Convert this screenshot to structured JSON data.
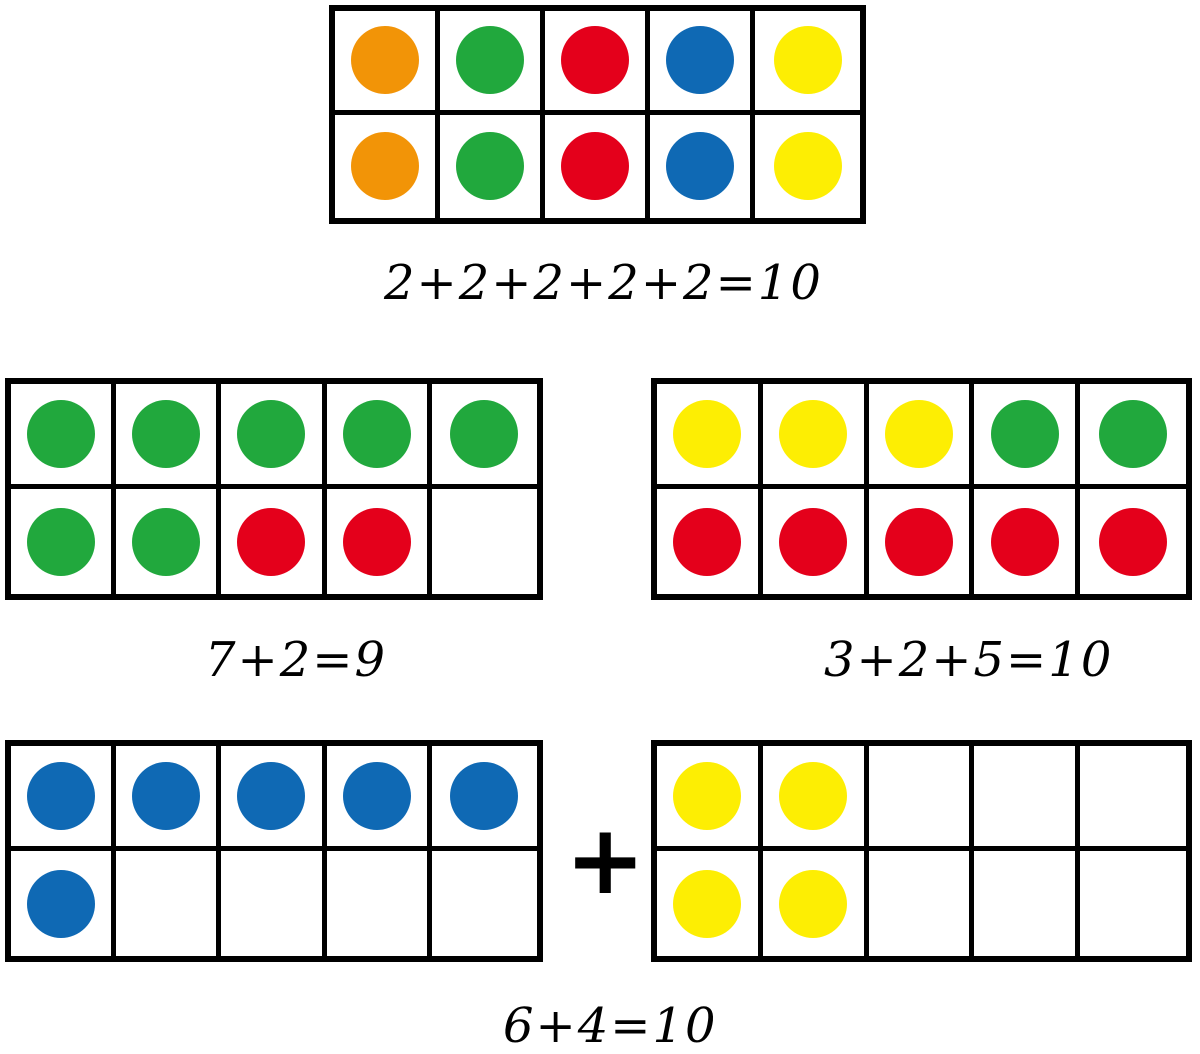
{
  "colors": {
    "orange": "#f29407",
    "green": "#21a83d",
    "red": "#e4001b",
    "blue": "#0f69b4",
    "yellow": "#fdee03"
  },
  "frames": [
    {
      "id": "frame-top",
      "counters": [
        "orange",
        "green",
        "red",
        "blue",
        "yellow",
        "orange",
        "green",
        "red",
        "blue",
        "yellow"
      ]
    },
    {
      "id": "frame-middle-left",
      "counters": [
        "green",
        "green",
        "green",
        "green",
        "green",
        "green",
        "green",
        "red",
        "red",
        ""
      ]
    },
    {
      "id": "frame-middle-right",
      "counters": [
        "yellow",
        "yellow",
        "yellow",
        "green",
        "green",
        "red",
        "red",
        "red",
        "red",
        "red"
      ]
    },
    {
      "id": "frame-bottom-left",
      "counters": [
        "blue",
        "blue",
        "blue",
        "blue",
        "blue",
        "blue",
        "",
        "",
        "",
        ""
      ]
    },
    {
      "id": "frame-bottom-right",
      "counters": [
        "yellow",
        "yellow",
        "",
        "",
        "",
        "yellow",
        "yellow",
        "",
        "",
        ""
      ]
    }
  ],
  "equations": {
    "top": "2+2+2+2+2=10",
    "middle_left": "7+2=9",
    "middle_right": "3+2+5=10",
    "bottom": "6+4=10"
  },
  "operator": "+"
}
